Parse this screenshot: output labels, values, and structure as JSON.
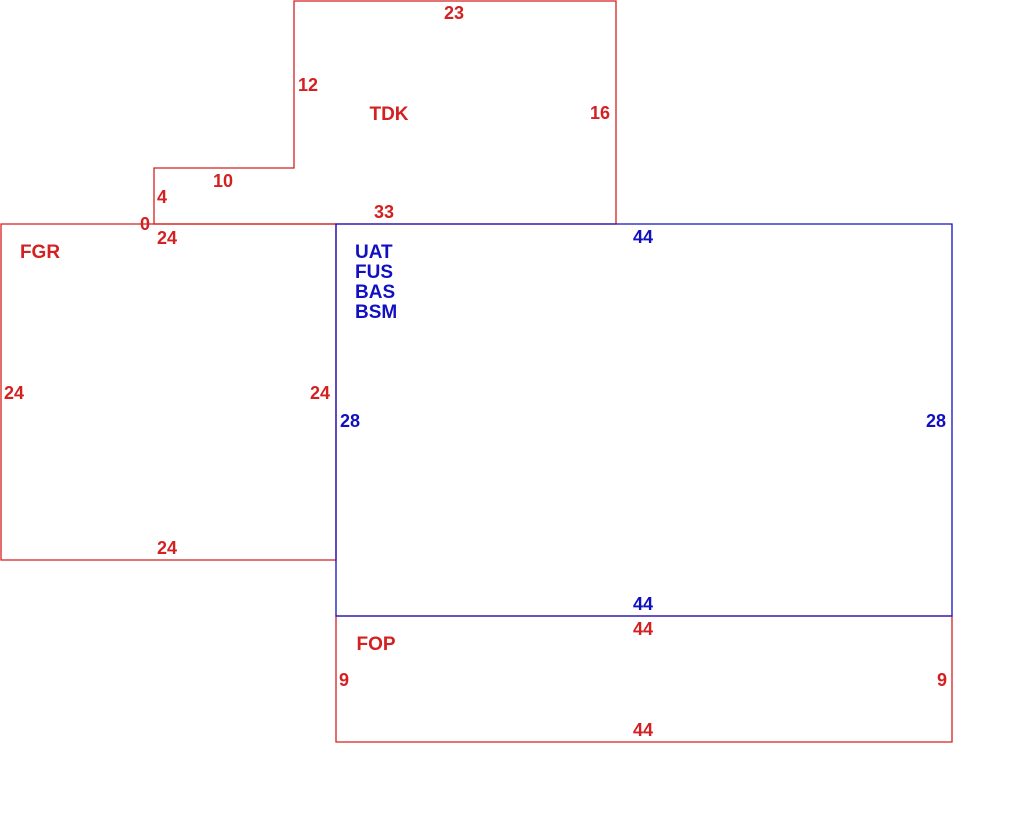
{
  "colors": {
    "red": "#d42020",
    "blue": "#1010c0",
    "background": "#ffffff"
  },
  "areas": {
    "tdk": {
      "label": "TDK",
      "color": "red",
      "dims": {
        "top": "23",
        "left_upper": "12",
        "step": "10",
        "left_lower": "4",
        "right": "16",
        "bottom": "33"
      }
    },
    "fgr": {
      "label": "FGR",
      "color": "red",
      "dims": {
        "corner": "0",
        "top": "24",
        "left": "24",
        "right": "24",
        "bottom": "24"
      }
    },
    "main": {
      "labels": [
        "UAT",
        "FUS",
        "BAS",
        "BSM"
      ],
      "color": "blue",
      "dims": {
        "top": "44",
        "left": "28",
        "right": "28",
        "bottom": "44"
      }
    },
    "fop": {
      "label": "FOP",
      "color": "red",
      "dims": {
        "top": "44",
        "left": "9",
        "right": "9",
        "bottom": "44"
      }
    }
  }
}
